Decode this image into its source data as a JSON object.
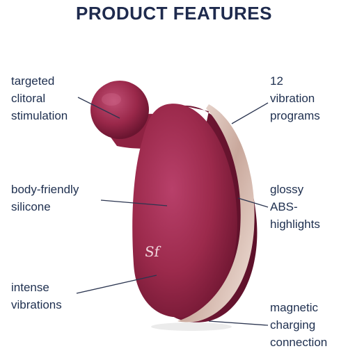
{
  "title": "PRODUCT FEATURES",
  "features": {
    "targeted": [
      "targeted",
      "clitoral",
      "stimulation"
    ],
    "silicone": [
      "body-friendly",
      "silicone"
    ],
    "vibrations": [
      "intense",
      "vibrations"
    ],
    "programs": [
      "12",
      "vibration",
      "programs"
    ],
    "highlights": [
      "glossy",
      "ABS-",
      "highlights"
    ],
    "charging": [
      "magnetic",
      "charging",
      "connection"
    ]
  },
  "logo_glyph": "Sf",
  "colors": {
    "product_body": "#9c2a4c",
    "product_shadow": "#6e1631",
    "text": "#1e2f4f",
    "accent_chrome": "#e6d2c8"
  }
}
